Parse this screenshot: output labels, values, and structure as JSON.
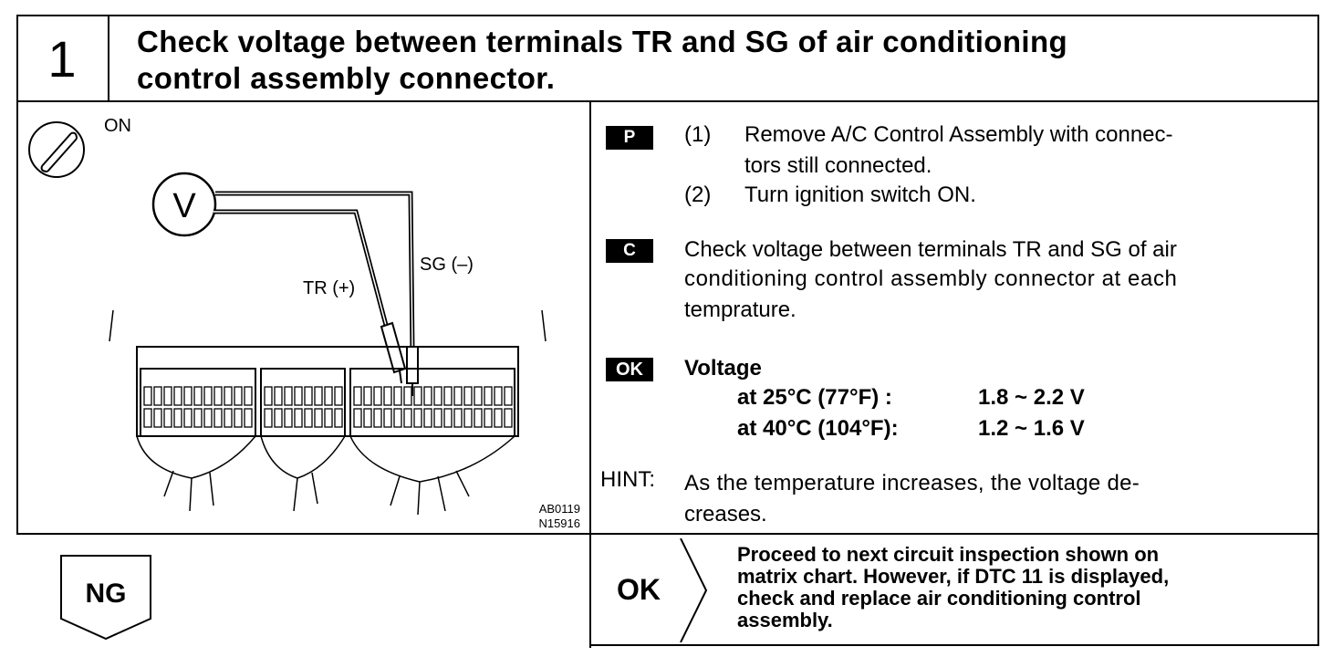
{
  "step": {
    "number": "1",
    "title_line1": "Check voltage between terminals TR and SG of air conditioning",
    "title_line2": "control assembly connector."
  },
  "figure": {
    "ignition_label": "ON",
    "meter_label": "V",
    "sg_label": "SG (–)",
    "tr_label": "TR (+)",
    "code1": "AB0119",
    "code2": "N15916",
    "icons": [
      "ignition-key-icon",
      "voltmeter-icon"
    ]
  },
  "instructions": {
    "p_tag": "P",
    "p_item1_num": "(1)",
    "p_item1_line1": "Remove A/C Control Assembly with connec-",
    "p_item1_line2": "tors still connected.",
    "p_item2_num": "(2)",
    "p_item2_text": "Turn ignition switch ON.",
    "c_tag": "C",
    "c_line1": "Check voltage between terminals TR and SG of air",
    "c_line2": "conditioning control assembly connector at each",
    "c_line3": "temprature.",
    "ok_tag": "OK",
    "voltage_label": "Voltage",
    "row1_temp": "at 25°C (77°F)  :",
    "row1_value": "1.8 ~ 2.2 V",
    "row2_temp": "at 40°C (104°F):",
    "row2_value": "1.2 ~ 1.6 V",
    "hint_label": "HINT:",
    "hint_line1": "As the temperature increases, the voltage de-",
    "hint_line2": "creases."
  },
  "results": {
    "ng_label": "NG",
    "ok_label": "OK",
    "ok_line1": "Proceed to next circuit inspection shown on",
    "ok_line2": "matrix chart. However, if DTC 11 is displayed,",
    "ok_line3": "check and replace air conditioning control",
    "ok_line4": "assembly."
  }
}
